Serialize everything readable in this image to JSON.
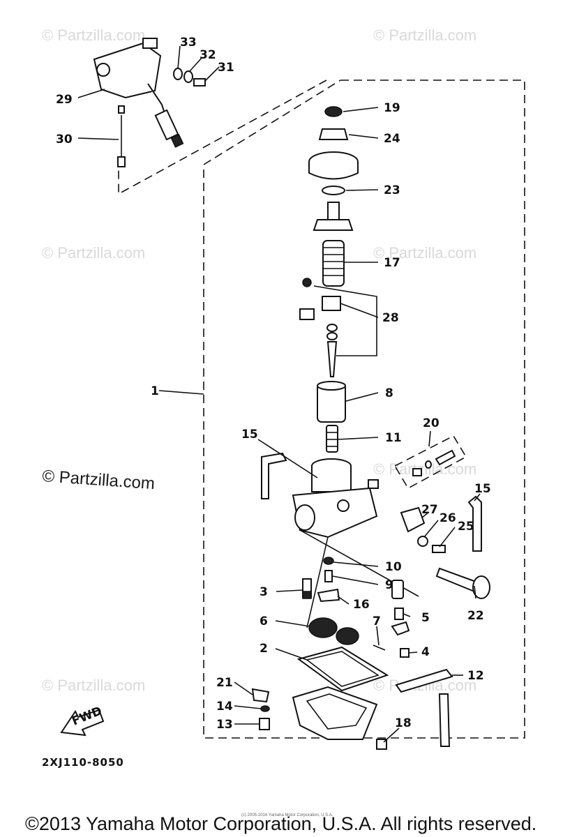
{
  "diagram": {
    "callouts": [
      "1",
      "2",
      "3",
      "4",
      "5",
      "6",
      "7",
      "8",
      "9",
      "10",
      "11",
      "12",
      "13",
      "14",
      "15",
      "15",
      "16",
      "17",
      "18",
      "19",
      "20",
      "21",
      "22",
      "23",
      "24",
      "25",
      "26",
      "27",
      "28",
      "29",
      "30",
      "31",
      "32",
      "33"
    ],
    "fwd_label": "FWD",
    "diagram_code": "2XJ110-8050"
  },
  "watermarks": {
    "faint": "© Partzilla.com",
    "dark": "© Partzilla.com"
  },
  "footer": {
    "copyright": "©2013 Yamaha Motor Corporation, U.S.A. All rights reserved.",
    "small_print": "(c) 2005-2016 Yamaha Motor Corporation, U.S.A."
  }
}
